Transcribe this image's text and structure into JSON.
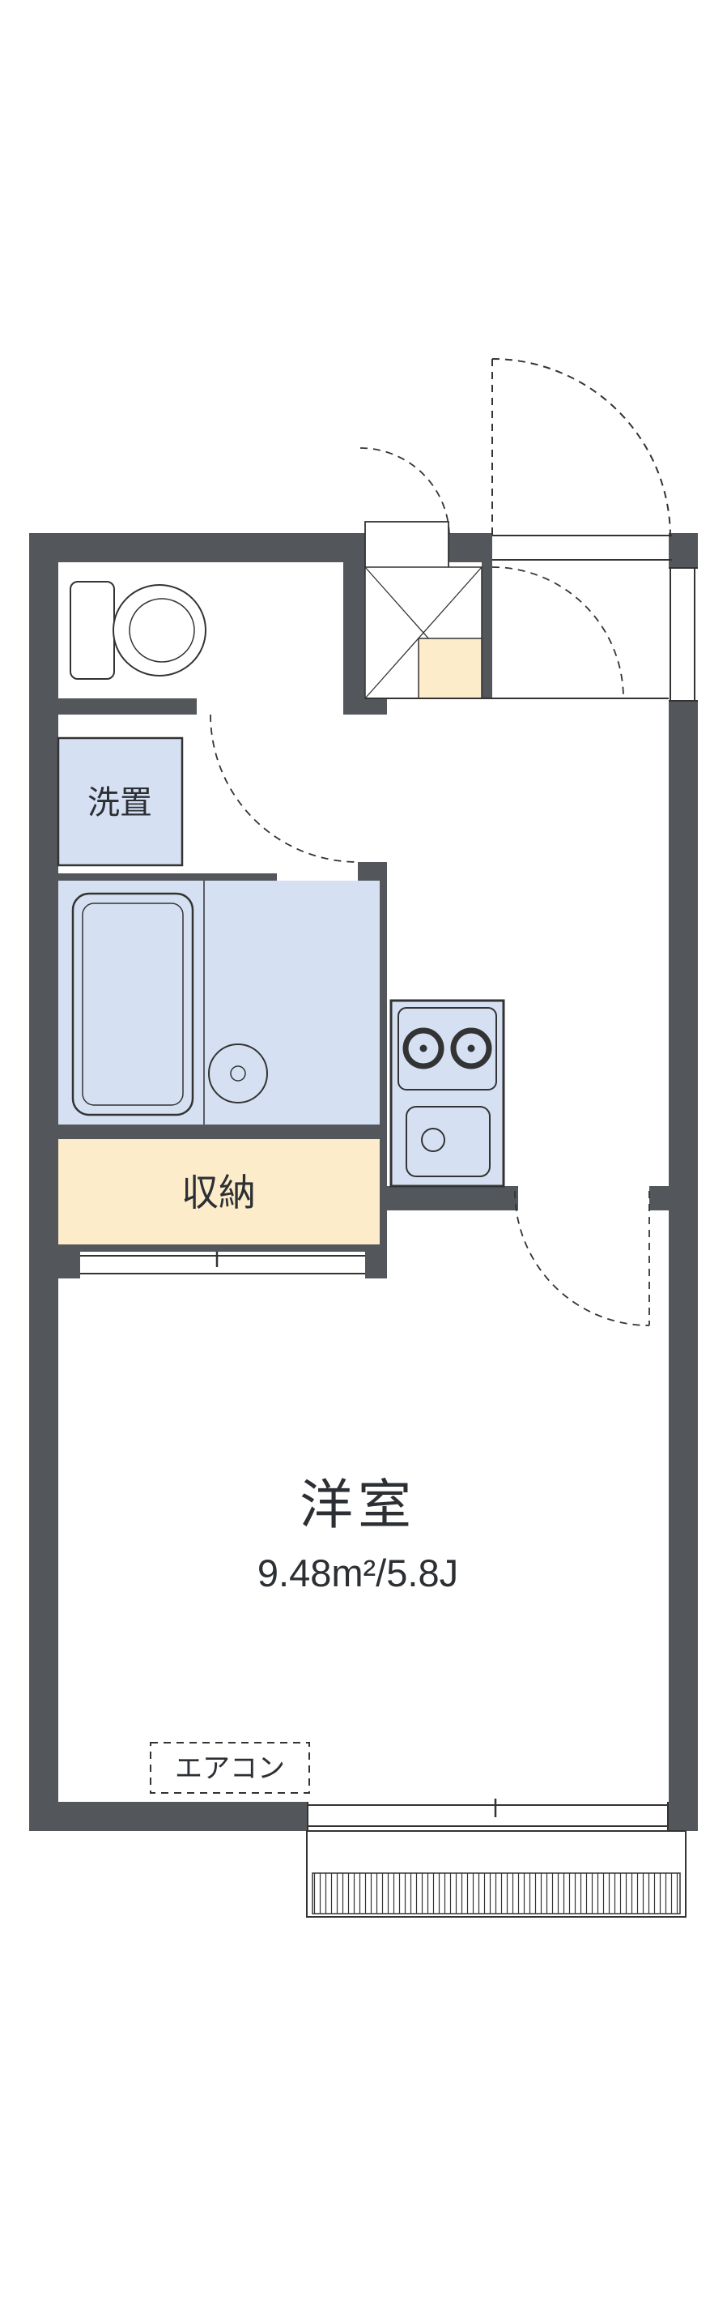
{
  "floorplan": {
    "labels": {
      "washer": "洗置",
      "closet": "収納",
      "room_name": "洋室",
      "room_area": "9.48m²/5.8J",
      "aircon": "エアコン"
    },
    "colors": {
      "wall": "#53575b",
      "line": "#333333",
      "blue": "#d5e1f3",
      "cream": "#fcecca",
      "bg": "#ffffff"
    }
  }
}
